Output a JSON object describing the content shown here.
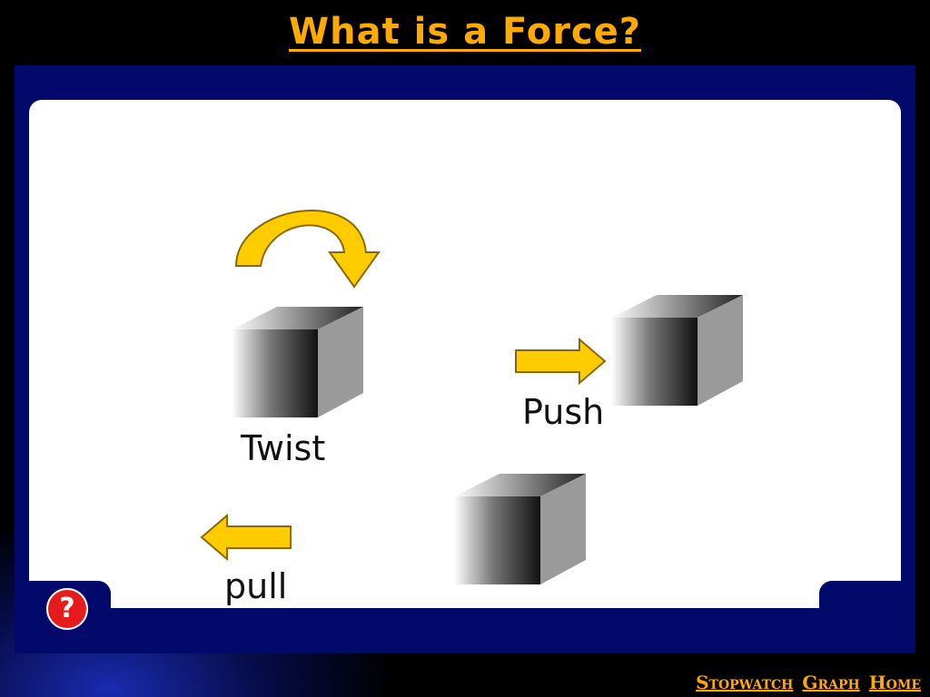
{
  "slide": {
    "title": "What is a Force?"
  },
  "labels": {
    "twist": "Twist",
    "push": "Push",
    "pull": "pull"
  },
  "help_button": {
    "label": "?"
  },
  "nav": {
    "stopwatch": "Stopwatch",
    "graph": "Graph",
    "home": "Home"
  },
  "colors": {
    "title": "#ffaa00",
    "frame": "#010a6a",
    "arrow": "#ffcc00",
    "help": "#e61b1b",
    "nav_link": "#ffaa00"
  }
}
